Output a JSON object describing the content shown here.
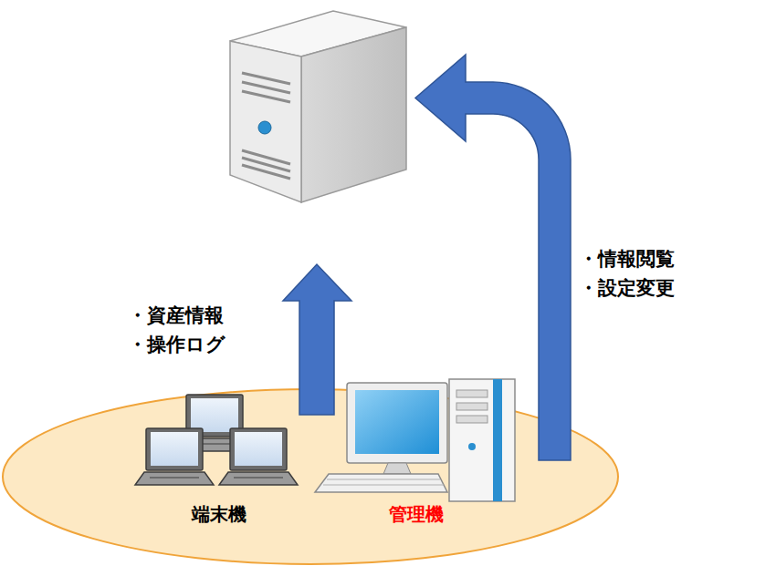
{
  "diagram": {
    "nodes": [
      {
        "text": [
          "端末機"
        ]
      },
      {
        "text": [
          "管理機"
        ]
      }
    ],
    "labels": [
      "・資産情報",
      "・操作ログ",
      "・情報閲覧",
      "・設定変更"
    ]
  }
}
